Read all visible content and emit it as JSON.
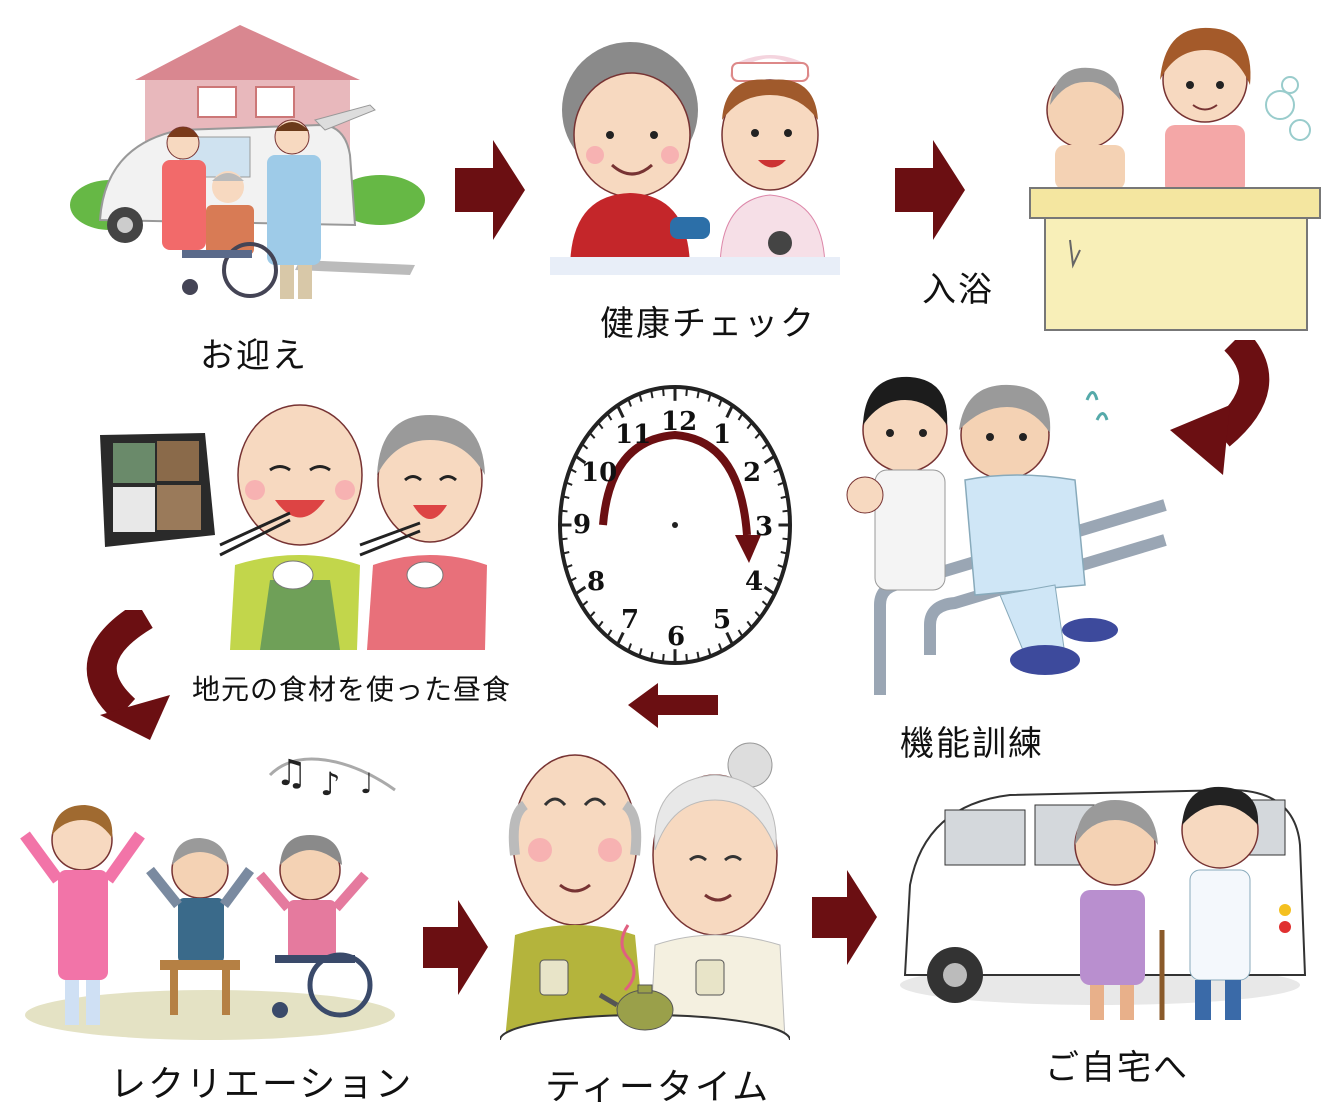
{
  "steps": {
    "pickup": "お迎え",
    "health_check": "健康チェック",
    "bath": "入浴",
    "training": "機能訓練",
    "lunch": "地元の食材を使った昼食",
    "recreation": "レクリエーション",
    "tea_time": "ティータイム",
    "home": "ご自宅へ"
  },
  "clock": {
    "numbers": [
      "12",
      "1",
      "2",
      "3",
      "4",
      "5",
      "6",
      "7",
      "8",
      "9",
      "10",
      "11"
    ],
    "arc_from": "9",
    "arc_to": "4"
  },
  "colors": {
    "arrow": "#6b0f12",
    "scene_bg": "#ffffff"
  },
  "icons": [
    "house-icon",
    "van-icon",
    "wheelchair-icon",
    "nurse-icon",
    "blood-pressure-icon",
    "bathtub-icon",
    "handrail-icon",
    "bento-icon",
    "chopsticks-icon",
    "music-note-icon",
    "teapot-icon",
    "clock-icon"
  ]
}
